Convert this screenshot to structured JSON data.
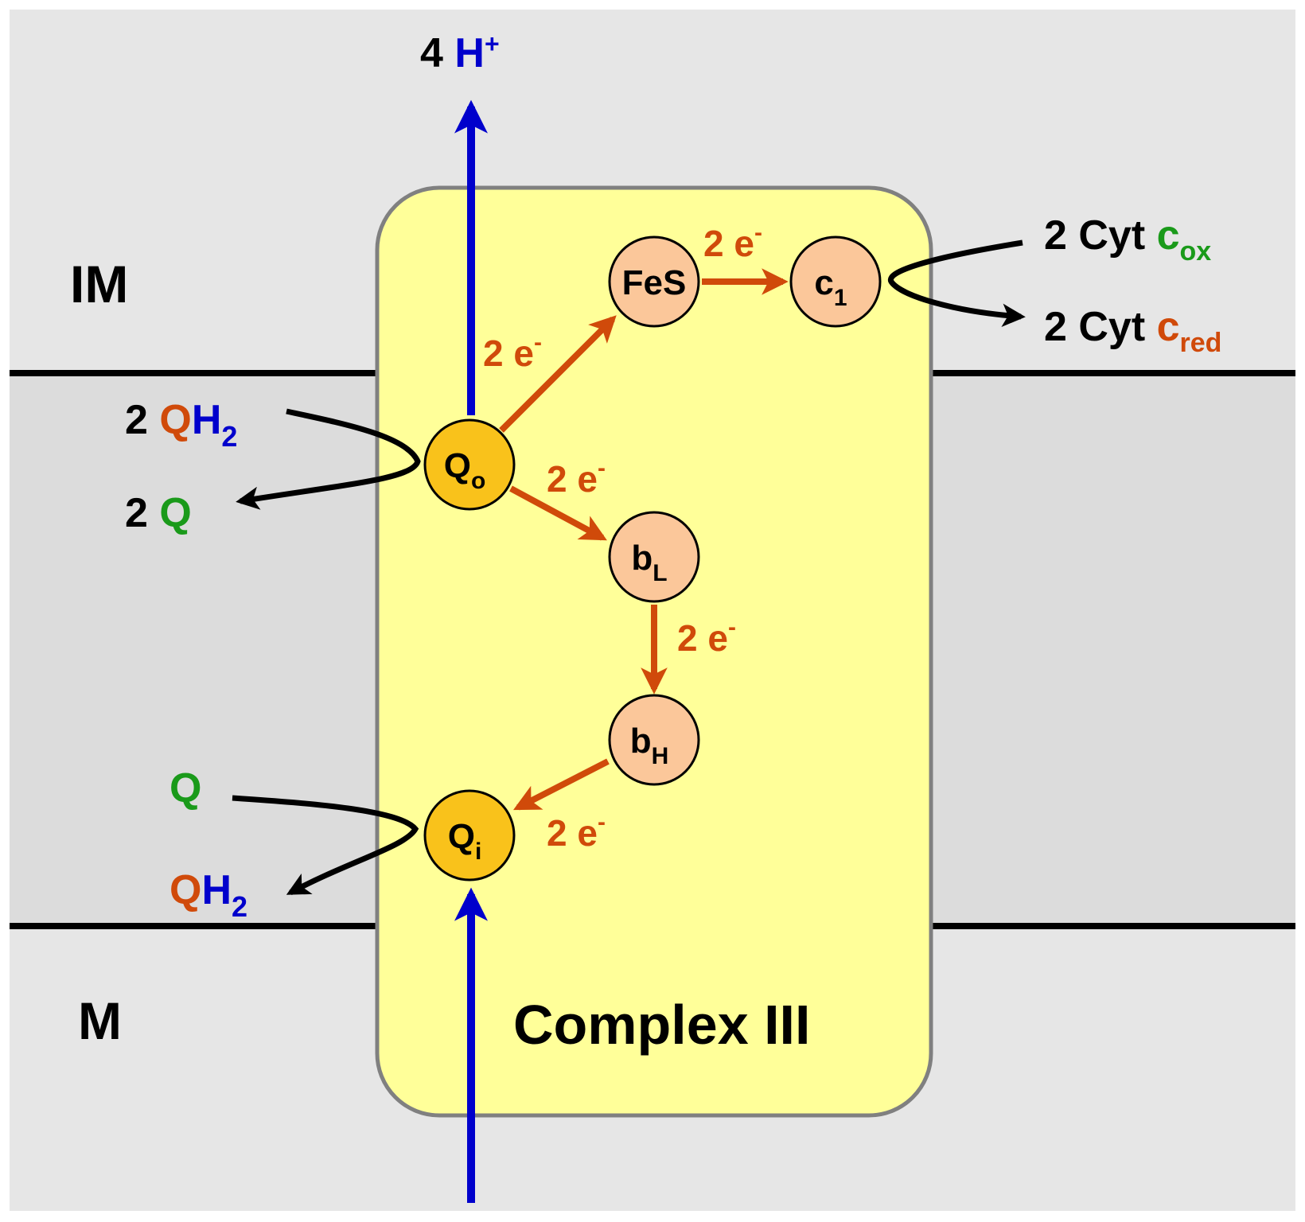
{
  "colors": {
    "page_background": "#ffffff",
    "aqueous_region": "#e6e6e6",
    "membrane_region": "#dcdcdc",
    "membrane_line": "#000000",
    "complex_fill": "#ffff99",
    "complex_border": "#808080",
    "redox_center_fill": "#fbc79a",
    "q_site_fill": "#f9c21b",
    "electron_arrow": "#d04a0a",
    "proton_arrow": "#0000cc",
    "substrate_arrow": "#000000",
    "text_black": "#000000",
    "text_green": "#1a9a1a",
    "text_red": "#d04a0a",
    "text_blue": "#0000cc"
  },
  "regions": {
    "intermembrane": "IM",
    "matrix": "M"
  },
  "complex": {
    "title": "Complex III"
  },
  "protons": {
    "count": "4",
    "symbol": "H",
    "charge": "+"
  },
  "redox_centers": {
    "fes": {
      "label": "FeS"
    },
    "c1": {
      "main": "c",
      "sub": "1"
    },
    "bl": {
      "main": "b",
      "sub": "L"
    },
    "bh": {
      "main": "b",
      "sub": "H"
    },
    "qo": {
      "main": "Q",
      "sub": "o"
    },
    "qi": {
      "main": "Q",
      "sub": "i"
    }
  },
  "electron_transfers": {
    "qo_to_fes": {
      "count": "2",
      "symbol": "e",
      "charge": "-"
    },
    "fes_to_c1": {
      "count": "2",
      "symbol": "e",
      "charge": "-"
    },
    "qo_to_bl": {
      "count": "2",
      "symbol": "e",
      "charge": "-"
    },
    "bl_to_bh": {
      "count": "2",
      "symbol": "e",
      "charge": "-"
    },
    "bh_to_qi": {
      "count": "2",
      "symbol": "e",
      "charge": "-"
    }
  },
  "qo_site_species": {
    "in": {
      "count": "2",
      "q": "Q",
      "h": "H",
      "sub": "2"
    },
    "out": {
      "count": "2",
      "q": "Q"
    }
  },
  "qi_site_species": {
    "in": {
      "q": "Q"
    },
    "out": {
      "q": "Q",
      "h": "H",
      "sub": "2"
    }
  },
  "cytochrome_c": {
    "oxidized": {
      "count_name": "2 Cyt",
      "c": "c",
      "sub": "ox"
    },
    "reduced": {
      "count_name": "2 Cyt",
      "c": "c",
      "sub": "red"
    }
  }
}
